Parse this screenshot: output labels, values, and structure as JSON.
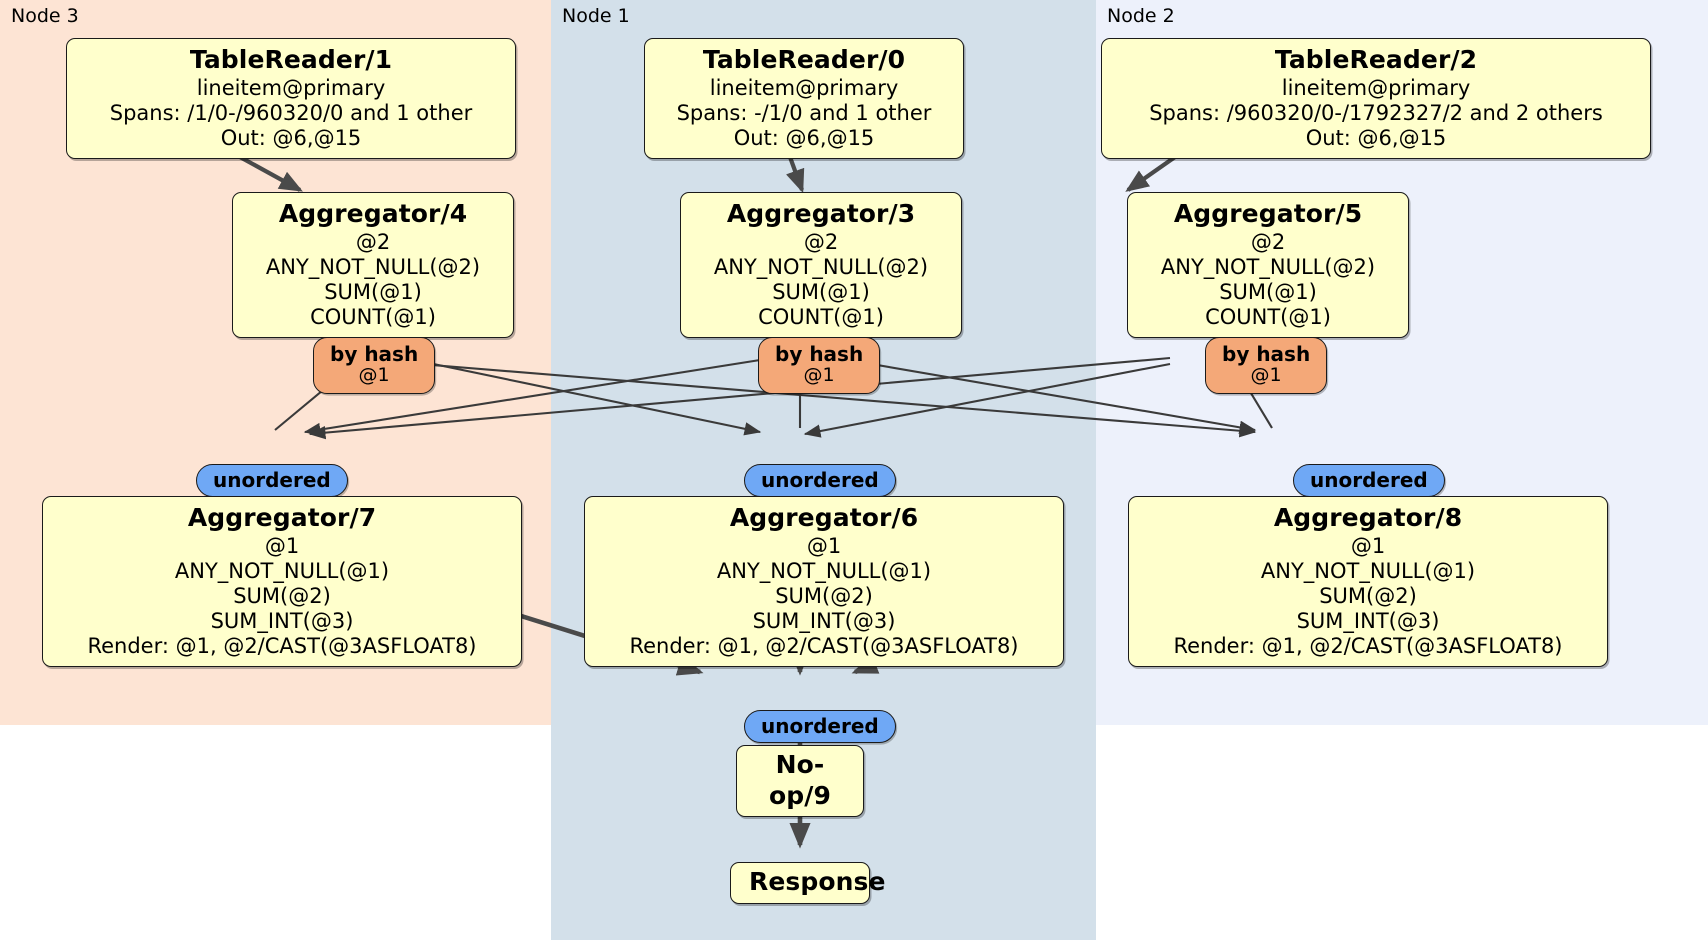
{
  "diagram": {
    "title": "Distributed query plan",
    "colors": {
      "node3_panel": "#fde4d4",
      "node1_panel": "#d3e0ea",
      "node2_panel": "#edf1fb",
      "processor_box": "#ffffcc",
      "hash_badge": "#f4a878",
      "unordered_badge": "#6fa8f5",
      "edge": "#3a3a3a",
      "border": "#1a1a1a"
    }
  },
  "nodes": [
    {
      "id": "node3",
      "label": "Node 3"
    },
    {
      "id": "node1",
      "label": "Node 1"
    },
    {
      "id": "node2",
      "label": "Node 2"
    }
  ],
  "processors": {
    "table_reader_1": {
      "title": "TableReader/1",
      "lines": [
        "lineitem@primary",
        "Spans: /1/0-/960320/0 and 1 other",
        "Out: @6,@15"
      ]
    },
    "table_reader_0": {
      "title": "TableReader/0",
      "lines": [
        "lineitem@primary",
        "Spans: -/1/0 and 1 other",
        "Out: @6,@15"
      ]
    },
    "table_reader_2": {
      "title": "TableReader/2",
      "lines": [
        "lineitem@primary",
        "Spans: /960320/0-/1792327/2 and 2 others",
        "Out: @6,@15"
      ]
    },
    "aggregator_4": {
      "title": "Aggregator/4",
      "lines": [
        "@2",
        "ANY_NOT_NULL(@2)",
        "SUM(@1)",
        "COUNT(@1)"
      ]
    },
    "aggregator_3": {
      "title": "Aggregator/3",
      "lines": [
        "@2",
        "ANY_NOT_NULL(@2)",
        "SUM(@1)",
        "COUNT(@1)"
      ]
    },
    "aggregator_5": {
      "title": "Aggregator/5",
      "lines": [
        "@2",
        "ANY_NOT_NULL(@2)",
        "SUM(@1)",
        "COUNT(@1)"
      ]
    },
    "aggregator_7": {
      "title": "Aggregator/7",
      "lines": [
        "@1",
        "ANY_NOT_NULL(@1)",
        "SUM(@2)",
        "SUM_INT(@3)",
        "Render: @1, @2/CAST(@3ASFLOAT8)"
      ]
    },
    "aggregator_6": {
      "title": "Aggregator/6",
      "lines": [
        "@1",
        "ANY_NOT_NULL(@1)",
        "SUM(@2)",
        "SUM_INT(@3)",
        "Render: @1, @2/CAST(@3ASFLOAT8)"
      ]
    },
    "aggregator_8": {
      "title": "Aggregator/8",
      "lines": [
        "@1",
        "ANY_NOT_NULL(@1)",
        "SUM(@2)",
        "SUM_INT(@3)",
        "Render: @1, @2/CAST(@3ASFLOAT8)"
      ]
    },
    "noop_9": {
      "title": "No-op/9",
      "lines": []
    },
    "response": {
      "title": "Response",
      "lines": []
    }
  },
  "badges": {
    "hash_left": {
      "main": "by hash",
      "sub": "@1"
    },
    "hash_center": {
      "main": "by hash",
      "sub": "@1"
    },
    "hash_right": {
      "main": "by hash",
      "sub": "@1"
    },
    "unordered_left": {
      "main": "unordered",
      "sub": ""
    },
    "unordered_center": {
      "main": "unordered",
      "sub": ""
    },
    "unordered_right": {
      "main": "unordered",
      "sub": ""
    },
    "unordered_final": {
      "main": "unordered",
      "sub": ""
    }
  }
}
